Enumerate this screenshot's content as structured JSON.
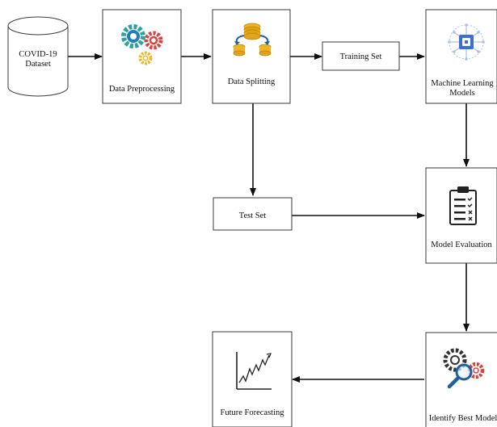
{
  "nodes": {
    "dataset": {
      "lines": [
        "COVID-19",
        "Dataset"
      ]
    },
    "preprocessing": {
      "lines": [
        "Data Preprocessing"
      ],
      "icon": "gears-icon"
    },
    "splitting": {
      "lines": [
        "Data Splitting"
      ],
      "icon": "database-split-icon"
    },
    "training": {
      "lines": [
        "Training Set"
      ]
    },
    "ml_models": {
      "lines": [
        "Machine Learning",
        "Models"
      ],
      "icon": "ai-chip-icon"
    },
    "test": {
      "lines": [
        "Test Set"
      ]
    },
    "evaluation": {
      "lines": [
        "Model Evaluation"
      ],
      "icon": "clipboard-checklist-icon"
    },
    "best_model": {
      "lines": [
        "Identify Best Model"
      ],
      "icon": "gear-magnifier-icon"
    },
    "forecasting": {
      "lines": [
        "Future Forecasting"
      ],
      "icon": "line-graph-icon"
    }
  },
  "colors": {
    "gear_blue": "#1e7fc0",
    "gear_teal": "#2aa3a0",
    "gear_red": "#d9413a",
    "gear_yellow": "#f2b51d",
    "db_gold": "#f0b323",
    "arrow_blue": "#1e5fa8",
    "chip_blue": "#3b6fd6",
    "chip_light": "#a9c3ee"
  }
}
